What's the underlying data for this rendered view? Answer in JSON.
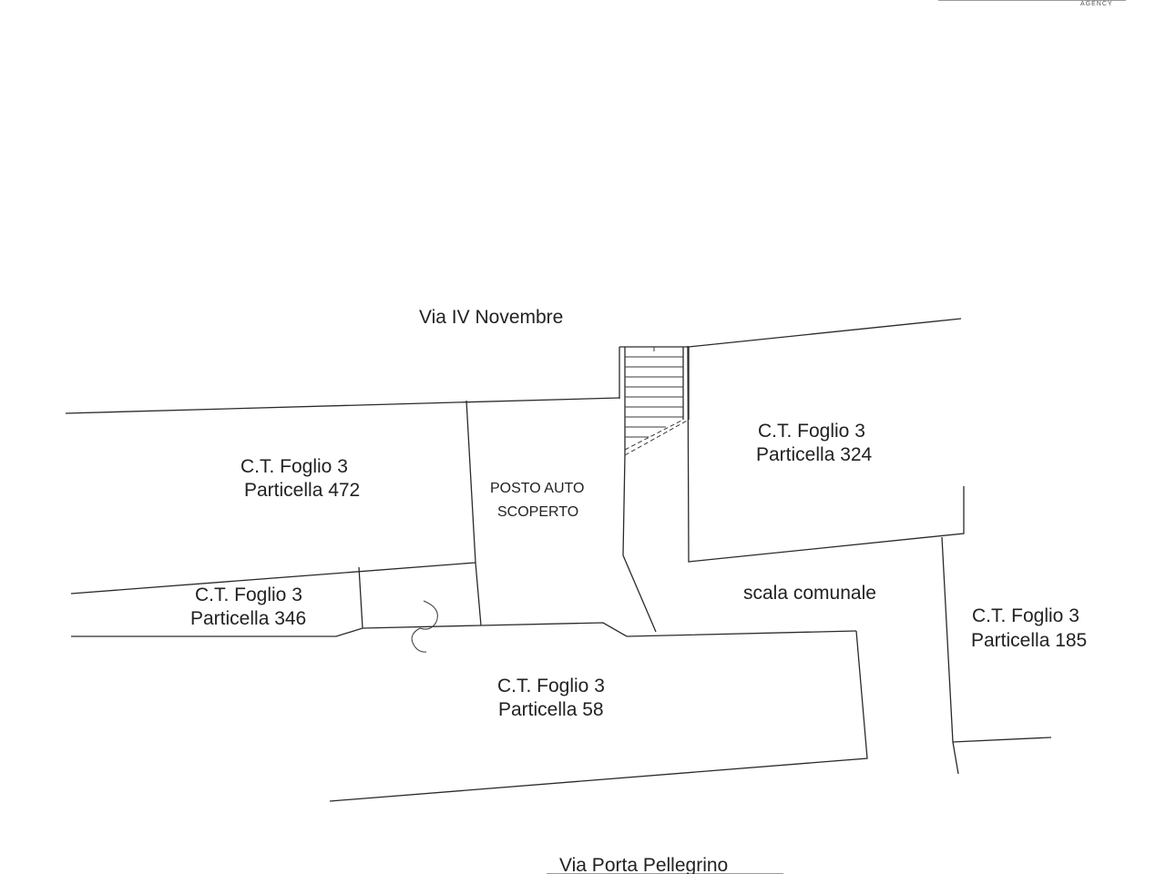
{
  "corner_mark": "AGENCY",
  "streets": {
    "north": "Via IV Novembre",
    "south": "Via Porta Pellegrino"
  },
  "parcel_prefix": "C.T. Foglio 3",
  "parcels": {
    "p472": "Particella 472",
    "p324": "Particella 324",
    "p346": "Particella 346",
    "p185": "Particella 185",
    "p58": "Particella 58"
  },
  "parking": {
    "line1": "POSTO AUTO",
    "line2": "SCOPERTO"
  },
  "stair_label": "scala comunale"
}
